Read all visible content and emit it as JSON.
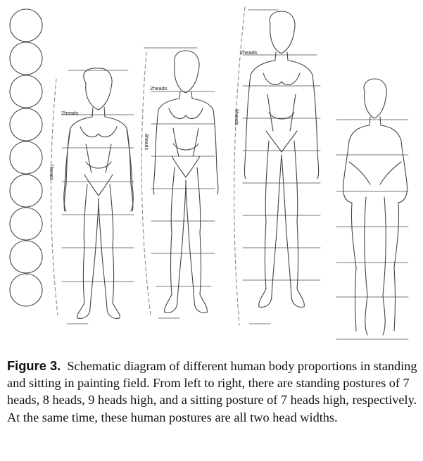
{
  "figure": {
    "head_label": "2heads",
    "height_labels": {
      "seven": "7heads",
      "eight": "8heads",
      "nine": "9heads"
    }
  },
  "caption": {
    "label": "Figure 3.",
    "text": "Schematic diagram of different human body proportions in standing and sitting in painting field. From left to right, there are standing postures of 7 heads, 8 heads, 9 heads high, and a sitting posture of 7 heads high, respectively. At the same time, these human postures are all two head widths."
  }
}
